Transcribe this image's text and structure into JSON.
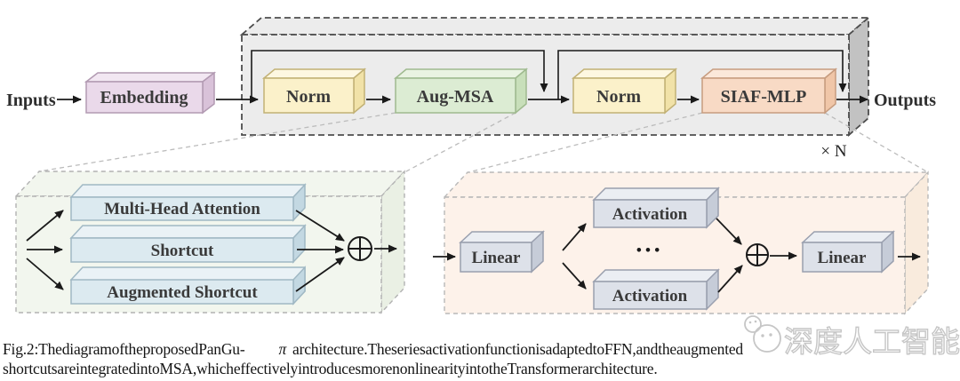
{
  "figure": {
    "io": {
      "inputs_label": "Inputs",
      "outputs_label": "Outputs"
    },
    "pipeline": {
      "embedding": "Embedding",
      "norm_1": "Norm",
      "aug_msa": "Aug-MSA",
      "norm_2": "Norm",
      "siaf_mlp": "SIAF-MLP",
      "repeat_label": "× N"
    },
    "msa_detail": {
      "branches": [
        "Multi-Head Attention",
        "Shortcut",
        "Augmented Shortcut"
      ]
    },
    "mlp_detail": {
      "linear_in": "Linear",
      "activation_top": "Activation",
      "ellipsis": "• • •",
      "activation_bottom": "Activation",
      "linear_out": "Linear"
    }
  },
  "caption": {
    "line1_pre": "Fig.2:ThediagramoftheproposedPanGu-",
    "pi_symbol": "π",
    "line1_post": "architecture.TheseriesactivationfunctionisadaptedtoFFN,andtheaugmented",
    "line2": "shortcutsareintegratedintoMSA,whicheffectivelyintroducesmorenonlinearityintotheTransformerarchitecture."
  },
  "watermark": {
    "text": "深度人工智能"
  },
  "colors": {
    "embedding_fill": "#ead9ea",
    "embedding_border": "#b29ab2",
    "norm_fill": "#fbf1ca",
    "norm_border": "#c2b175",
    "aug_msa_fill": "#dcecd3",
    "aug_msa_border": "#9fba8f",
    "siaf_mlp_fill": "#f8dac5",
    "siaf_mlp_border": "#c79c7f",
    "detail_blue_fill": "#dceaf0",
    "detail_blue_border": "#a0b8c4",
    "detail_gray_fill": "#dde1e9",
    "detail_gray_border": "#999fae",
    "block_container_fill": "#ececec",
    "msa_container_fill": "#f2f6ee",
    "mlp_container_fill": "#fdf2ea"
  }
}
